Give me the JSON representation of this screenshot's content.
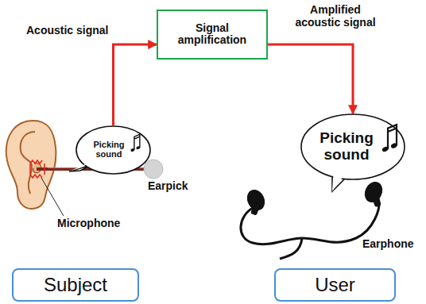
{
  "diagram": {
    "nodes": [
      {
        "text": [
          "Signal amplification"
        ]
      },
      {
        "text": [
          "Picking sound"
        ]
      },
      {
        "text": [
          "Picking sound"
        ]
      },
      {
        "text": [
          "Subject"
        ]
      },
      {
        "text": [
          "User"
        ]
      }
    ],
    "edges": [
      {
        "from": 1,
        "to": 0,
        "arrow": "to"
      },
      {
        "from": 0,
        "to": 2,
        "arrow": "to"
      }
    ],
    "labels": [
      "Acoustic signal",
      "Amplified acoustic signal",
      "Earpick",
      "Microphone",
      "Earphone"
    ]
  }
}
